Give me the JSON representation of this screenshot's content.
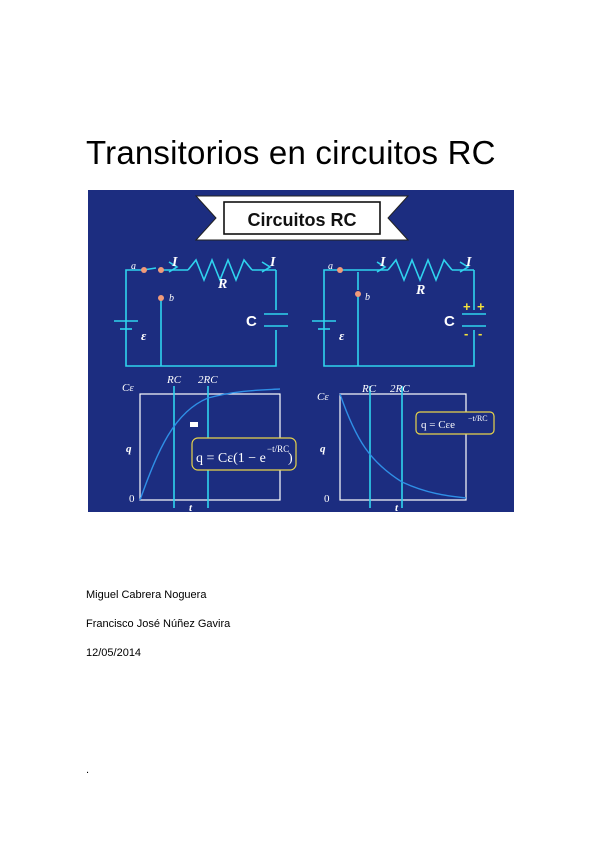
{
  "title": "Transitorios en circuitos RC",
  "figure": {
    "banner": "Circuitos RC",
    "colors": {
      "background": "#1c2d80",
      "wire": "#2fd3ee",
      "text": "#ffffff",
      "curve": "#2f8fe6",
      "formula_border": "#e8d44a",
      "terminal": "#f09a7a",
      "polarity": "#f5e23a"
    },
    "left_circuit": {
      "node_a": "a",
      "node_b": "b",
      "current_1": "I",
      "current_2": "I",
      "resistor": "R",
      "capacitor": "C",
      "emf": "ε"
    },
    "right_circuit": {
      "node_a": "a",
      "node_b": "b",
      "current_1": "I",
      "current_2": "I",
      "resistor": "R",
      "capacitor": "C",
      "emf": "ε",
      "plus_1": "+",
      "plus_2": "+",
      "minus_1": "-",
      "minus_2": "-"
    },
    "left_graph": {
      "y_top": "Cε",
      "y_label": "q",
      "zero": "0",
      "x_label": "t",
      "mark_1": "RC",
      "mark_2": "2RC",
      "formula_main": "q = Cε(1 − e",
      "formula_exp": "−t/RC",
      "formula_end": ")"
    },
    "right_graph": {
      "y_top": "Cε",
      "y_label": "q",
      "zero": "0",
      "x_label": "t",
      "mark_1": "RC",
      "mark_2": "2RC",
      "formula_main": "q = Cεe",
      "formula_exp": "−t/RC"
    }
  },
  "authors": [
    "Miguel Cabrera Noguera",
    "Francisco José Núñez Gavira"
  ],
  "date": "12/05/2014",
  "trailing_mark": "."
}
